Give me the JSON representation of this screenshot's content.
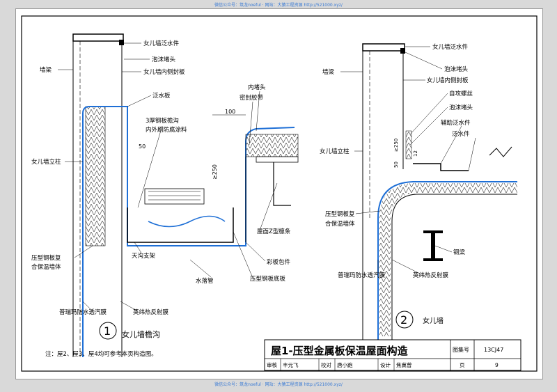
{
  "watermark": {
    "top": "微信公众号：筑龙noeful · 网站：大猿工程资源 http://521000.xyz/",
    "bottom": "微信公众号：筑龙noeful · 网站：大猿工程资源 http://521000.xyz/"
  },
  "detail1": {
    "number": "1",
    "title": "女儿墙檐沟",
    "labels": {
      "flashing": "女儿墙泛水件",
      "foam_plug": "泡沫堵头",
      "inner_panel": "女儿墙内侧封板",
      "beam": "墙梁",
      "water_stop": "泛水板",
      "gutter": "3厚钢板檐沟",
      "gutter2": "内外刷防腐涂料",
      "inner_plug": "内堵头",
      "seal_tape": "密封胶带",
      "column": "女儿墙立柱",
      "z_purlin": "屋面Z型檩条",
      "wall_panel": "压型钢板复",
      "wall_panel2": "合保温墙体",
      "gutter_support": "天沟支架",
      "color_trim": "彩板包件",
      "downpipe": "水落管",
      "bottom_panel": "压型钢板底板",
      "membrane": "普瑞玛防水透汽膜",
      "reflective": "英纬热反射膜"
    },
    "dims": {
      "d100": "100",
      "d50": "50",
      "d250": "≥250"
    }
  },
  "detail2": {
    "number": "2",
    "title": "女儿墙",
    "labels": {
      "flashing": "女儿墙泛水件",
      "foam_plug": "泡沫堵头",
      "inner_panel": "女儿墙内侧封板",
      "beam": "墙梁",
      "screw": "自攻螺丝",
      "foam_plug2": "泡沫堵头",
      "aux_flashing": "辅助泛水件",
      "water_piece": "泛水件",
      "column": "女儿墙立柱",
      "wall_panel": "压型钢板复",
      "wall_panel2": "合保温墙体",
      "steel_beam": "钢梁",
      "membrane": "普瑞玛防水透汽膜",
      "reflective": "英纬热反射膜"
    },
    "dims": {
      "d50": "50",
      "d250": "≥250",
      "d12": "12"
    }
  },
  "note": "注：屋2、屋3、屋4均可参考本页构造图。",
  "title_block": {
    "title": "屋1-压型金属板保温屋面构造",
    "atlas_label": "图集号",
    "atlas_no": "13CJ47",
    "review": "审核",
    "reviewer": "丰元飞",
    "check": "校对",
    "checker": "唐小跑",
    "design": "设计",
    "designer": "焦冀曾",
    "page_label": "页",
    "page_no": "9"
  }
}
